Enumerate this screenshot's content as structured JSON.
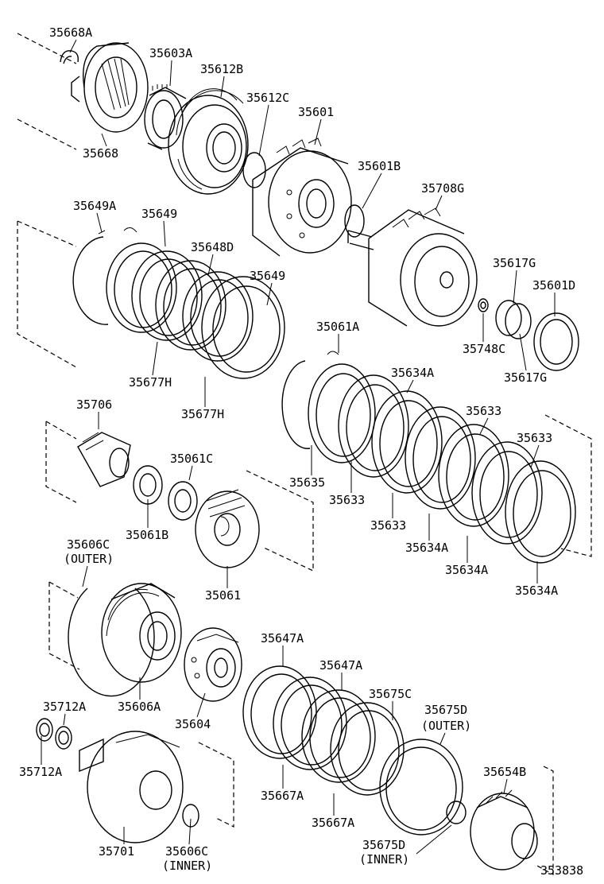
{
  "diagram": {
    "reference_number": "353838",
    "labels": [
      {
        "id": "l1",
        "text": "35668A"
      },
      {
        "id": "l2",
        "text": "35603A"
      },
      {
        "id": "l3",
        "text": "35612B"
      },
      {
        "id": "l4",
        "text": "35612C"
      },
      {
        "id": "l5",
        "text": "35601"
      },
      {
        "id": "l6",
        "text": "35668"
      },
      {
        "id": "l7",
        "text": "35601B"
      },
      {
        "id": "l8",
        "text": "35708G"
      },
      {
        "id": "l9",
        "text": "35649A"
      },
      {
        "id": "l10",
        "text": "35649"
      },
      {
        "id": "l11",
        "text": "35648D"
      },
      {
        "id": "l12",
        "text": "35649"
      },
      {
        "id": "l13",
        "text": "35617G"
      },
      {
        "id": "l14",
        "text": "35601D"
      },
      {
        "id": "l15",
        "text": "35061A"
      },
      {
        "id": "l16",
        "text": "35748C"
      },
      {
        "id": "l17",
        "text": "35617G"
      },
      {
        "id": "l18",
        "text": "35677H"
      },
      {
        "id": "l19",
        "text": "35634A"
      },
      {
        "id": "l20",
        "text": "35677H"
      },
      {
        "id": "l21",
        "text": "35706"
      },
      {
        "id": "l22",
        "text": "35633"
      },
      {
        "id": "l23",
        "text": "35633"
      },
      {
        "id": "l24",
        "text": "35061C"
      },
      {
        "id": "l25",
        "text": "35635"
      },
      {
        "id": "l26",
        "text": "35633"
      },
      {
        "id": "l27",
        "text": "35633"
      },
      {
        "id": "l28",
        "text": "35061B"
      },
      {
        "id": "l29",
        "text": "35606C"
      },
      {
        "id": "l30",
        "text": "(OUTER)"
      },
      {
        "id": "l31",
        "text": "35634A"
      },
      {
        "id": "l32",
        "text": "35634A"
      },
      {
        "id": "l33",
        "text": "35634A"
      },
      {
        "id": "l34",
        "text": "35061"
      },
      {
        "id": "l35",
        "text": "35647A"
      },
      {
        "id": "l36",
        "text": "35647A"
      },
      {
        "id": "l37",
        "text": "35606A"
      },
      {
        "id": "l38",
        "text": "35675C"
      },
      {
        "id": "l39",
        "text": "35712A"
      },
      {
        "id": "l40",
        "text": "35675D"
      },
      {
        "id": "l41",
        "text": "(OUTER)"
      },
      {
        "id": "l42",
        "text": "35604"
      },
      {
        "id": "l43",
        "text": "35712A"
      },
      {
        "id": "l44",
        "text": "35654B"
      },
      {
        "id": "l45",
        "text": "35667A"
      },
      {
        "id": "l46",
        "text": "35667A"
      },
      {
        "id": "l47",
        "text": "35675D"
      },
      {
        "id": "l48",
        "text": "(INNER)"
      },
      {
        "id": "l49",
        "text": "35701"
      },
      {
        "id": "l50",
        "text": "35606C"
      },
      {
        "id": "l51",
        "text": "(INNER)"
      }
    ]
  }
}
